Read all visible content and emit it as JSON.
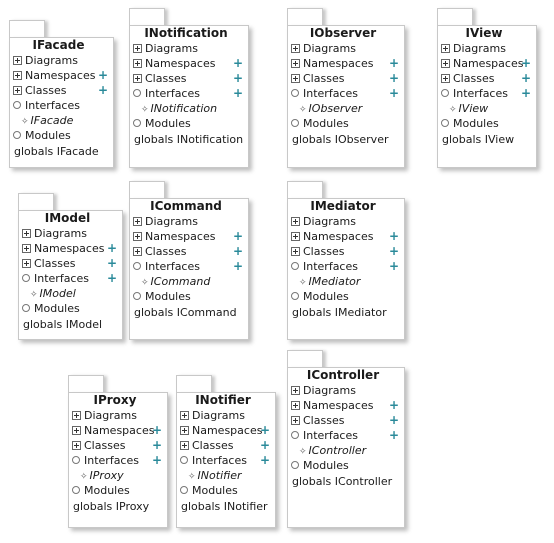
{
  "row_labels": {
    "diagrams": "Diagrams",
    "namespaces": "Namespaces",
    "classes": "Classes",
    "interfaces": "Interfaces",
    "modules": "Modules"
  },
  "packages": [
    {
      "id": "facade",
      "title": "IFacade",
      "interface": "IFacade",
      "globals": "globals IFacade",
      "has_diagrams": true,
      "plus_namespaces": true,
      "plus_classes": true,
      "plus_interfaces": false
    },
    {
      "id": "notification",
      "title": "INotification",
      "interface": "INotification",
      "globals": "globals INotification",
      "has_diagrams": true,
      "plus_namespaces": true,
      "plus_classes": true,
      "plus_interfaces": true
    },
    {
      "id": "observer",
      "title": "IObserver",
      "interface": "IObserver",
      "globals": "globals IObserver",
      "has_diagrams": true,
      "plus_namespaces": true,
      "plus_classes": true,
      "plus_interfaces": true
    },
    {
      "id": "view",
      "title": "IView",
      "interface": "IView",
      "globals": "globals IView",
      "has_diagrams": true,
      "plus_namespaces": true,
      "plus_classes": true,
      "plus_interfaces": true
    },
    {
      "id": "model",
      "title": "IModel",
      "interface": "IModel",
      "globals": "globals IModel",
      "has_diagrams": true,
      "plus_namespaces": true,
      "plus_classes": true,
      "plus_interfaces": true
    },
    {
      "id": "command",
      "title": "ICommand",
      "interface": "ICommand",
      "globals": "globals ICommand",
      "has_diagrams": true,
      "plus_namespaces": true,
      "plus_classes": true,
      "plus_interfaces": true
    },
    {
      "id": "mediator",
      "title": "IMediator",
      "interface": "IMediator",
      "globals": "globals IMediator",
      "has_diagrams": true,
      "plus_namespaces": true,
      "plus_classes": true,
      "plus_interfaces": true
    },
    {
      "id": "proxy",
      "title": "IProxy",
      "interface": "IProxy",
      "globals": "globals IProxy",
      "has_diagrams": true,
      "plus_namespaces": true,
      "plus_classes": true,
      "plus_interfaces": true
    },
    {
      "id": "notifier",
      "title": "INotifier",
      "interface": "INotifier",
      "globals": "globals INotifier",
      "has_diagrams": true,
      "plus_namespaces": true,
      "plus_classes": true,
      "plus_interfaces": true
    },
    {
      "id": "controller",
      "title": "IController",
      "interface": "IController",
      "globals": "globals IController",
      "has_diagrams": true,
      "plus_namespaces": true,
      "plus_classes": true,
      "plus_interfaces": true
    }
  ],
  "colors": {
    "plus": "#2a8a9a",
    "border": "#c8c8c8",
    "text": "#1a1a1a"
  }
}
